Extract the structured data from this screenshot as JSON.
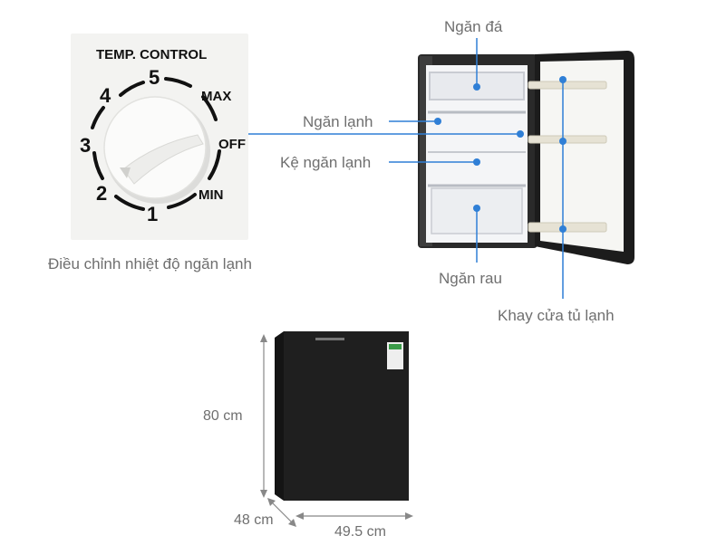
{
  "thermostat": {
    "title": "TEMP. CONTROL",
    "numbers": [
      "1",
      "2",
      "3",
      "4",
      "5"
    ],
    "off_label": "OFF",
    "max_label": "MAX",
    "min_label": "MIN",
    "caption": "Điều chỉnh nhiệt độ ngăn lạnh"
  },
  "callouts": {
    "ice_compartment": "Ngăn đá",
    "fridge_compartment": "Ngăn lạnh",
    "fridge_shelf": "Kệ ngăn lạnh",
    "crisper": "Ngăn rau",
    "door_tray": "Khay cửa tủ lạnh"
  },
  "dimensions": {
    "height": "80 cm",
    "depth": "48 cm",
    "width": "49.5 cm"
  },
  "colors": {
    "callout_line": "#2f7fd6",
    "fridge_body": "#1c1c1c",
    "label_text": "#6f6f6f"
  }
}
